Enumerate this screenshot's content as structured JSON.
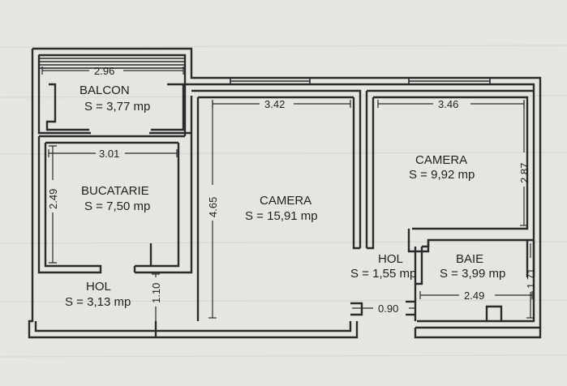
{
  "rooms": {
    "balcon": {
      "name": "BALCON",
      "area": "S = 3,77 mp"
    },
    "bucatarie": {
      "name": "BUCATARIE",
      "area": "S = 7,50 mp"
    },
    "hol_left": {
      "name": "HOL",
      "area": "S = 3,13 mp"
    },
    "camera_big": {
      "name": "CAMERA",
      "area": "S = 15,91 mp"
    },
    "camera_small": {
      "name": "CAMERA",
      "area": "S = 9,92 mp"
    },
    "hol_mid": {
      "name": "HOL",
      "area": "S = 1,55 mp"
    },
    "baie": {
      "name": "BAIE",
      "area": "S = 3,99 mp"
    }
  },
  "dimensions": {
    "balcon_width": "2.96",
    "bucatarie_width": "3.01",
    "bucatarie_height": "2.49",
    "hol_height": "1.10",
    "camera_big_width": "3.42",
    "camera_big_height": "4.65",
    "camera_small_width": "3.46",
    "camera_small_height": "2.87",
    "door_width": "0.90",
    "baie_width": "2.49",
    "baie_height": "1.71"
  }
}
